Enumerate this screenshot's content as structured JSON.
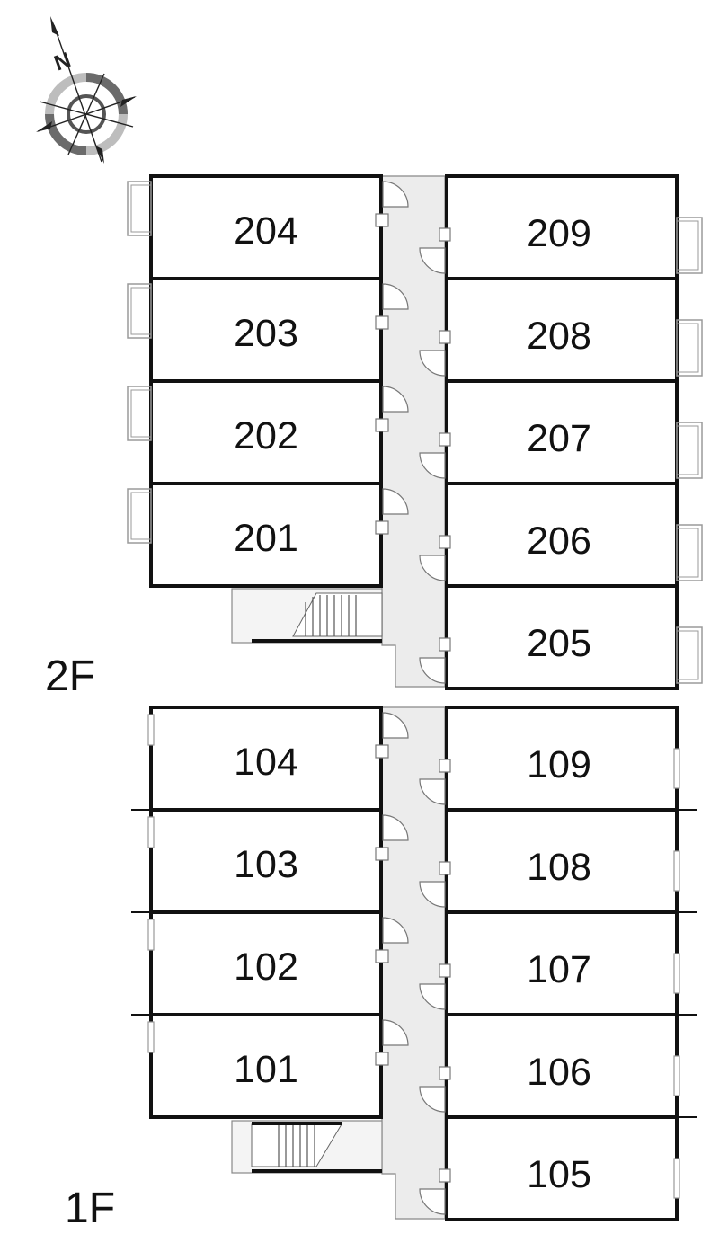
{
  "compass": {
    "label": "N",
    "icon": "compass-rose-icon"
  },
  "colors": {
    "corridor": "#ececec",
    "wall": "#111111",
    "fixture": "#9a9a9a"
  },
  "floors": [
    {
      "id": "2f",
      "label": "2F",
      "left_units": [
        "204",
        "203",
        "202",
        "201"
      ],
      "right_units": [
        "209",
        "208",
        "207",
        "206",
        "205"
      ]
    },
    {
      "id": "1f",
      "label": "1F",
      "left_units": [
        "104",
        "103",
        "102",
        "101"
      ],
      "right_units": [
        "109",
        "108",
        "107",
        "106",
        "105"
      ]
    }
  ]
}
